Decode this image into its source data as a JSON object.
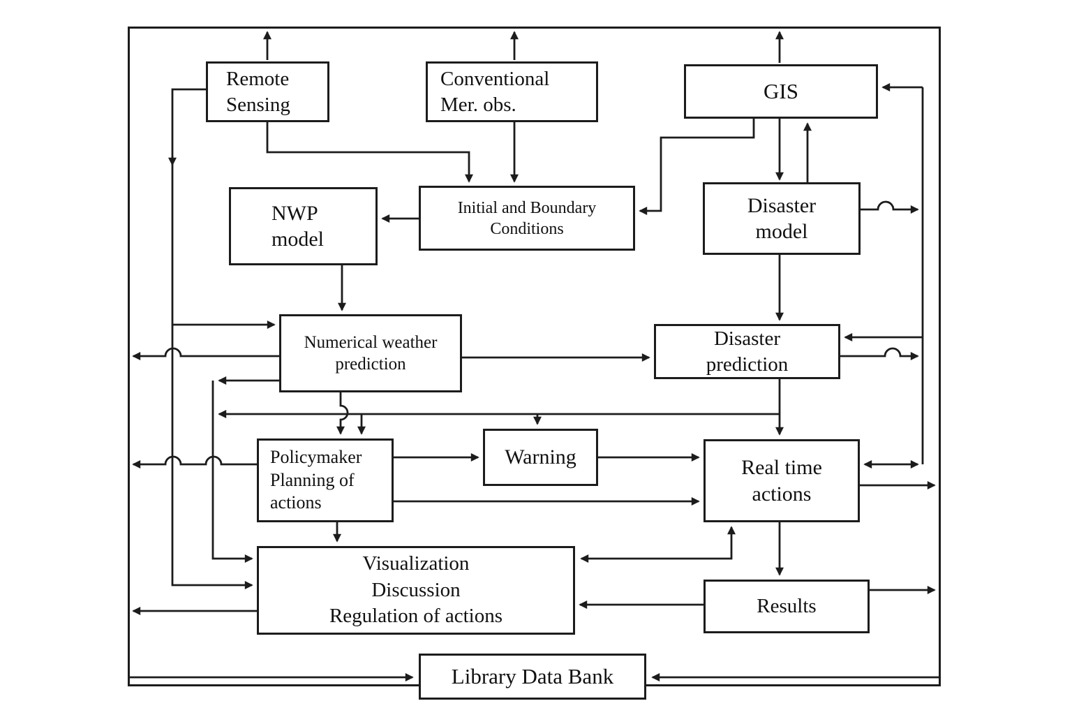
{
  "diagram": {
    "title": "Integrated disaster prediction and warning system flow diagram",
    "nodes": {
      "remote_sensing": {
        "label": "Remote\nSensing"
      },
      "conventional": {
        "label": "Conventional\nMer. obs."
      },
      "gis": {
        "label": "GIS"
      },
      "nwp_model": {
        "label": "NWP\nmodel"
      },
      "initial_boundary": {
        "label": "Initial and Boundary\nConditions"
      },
      "disaster_model": {
        "label": "Disaster\nmodel"
      },
      "numerical_weather": {
        "label": "Numerical weather\nprediction"
      },
      "disaster_prediction": {
        "label": "Disaster\nprediction"
      },
      "policymaker": {
        "label": "Policymaker\nPlanning of\nactions"
      },
      "warning": {
        "label": "Warning"
      },
      "real_time": {
        "label": "Real time\nactions"
      },
      "visualization": {
        "label": "Visualization\nDiscussion\nRegulation of actions"
      },
      "results": {
        "label": "Results"
      },
      "library": {
        "label": "Library Data Bank"
      }
    },
    "edges": [
      {
        "from": "remote_sensing",
        "to": "external_top"
      },
      {
        "from": "conventional",
        "to": "external_top"
      },
      {
        "from": "gis",
        "to": "external_top"
      },
      {
        "from": "remote_sensing",
        "to": "initial_boundary"
      },
      {
        "from": "conventional",
        "to": "initial_boundary"
      },
      {
        "from": "gis",
        "to": "initial_boundary"
      },
      {
        "from": "gis",
        "to": "disaster_model"
      },
      {
        "from": "disaster_model",
        "to": "gis"
      },
      {
        "from": "initial_boundary",
        "to": "nwp_model"
      },
      {
        "from": "nwp_model",
        "to": "numerical_weather"
      },
      {
        "from": "disaster_model",
        "to": "disaster_prediction"
      },
      {
        "from": "numerical_weather",
        "to": "disaster_prediction"
      },
      {
        "from": "remote_sensing",
        "to": "numerical_weather"
      },
      {
        "from": "remote_sensing",
        "to": "visualization"
      },
      {
        "from": "numerical_weather",
        "to": "left_border"
      },
      {
        "from": "policymaker",
        "to": "left_border"
      },
      {
        "from": "visualization",
        "to": "left_border"
      },
      {
        "from": "numerical_weather",
        "to": "policymaker"
      },
      {
        "from": "disaster_prediction",
        "to": "policymaker"
      },
      {
        "from": "disaster_prediction",
        "to": "warning"
      },
      {
        "from": "disaster_prediction",
        "to": "real_time"
      },
      {
        "from": "numerical_weather",
        "to": "visualization"
      },
      {
        "from": "policymaker",
        "to": "warning"
      },
      {
        "from": "warning",
        "to": "real_time"
      },
      {
        "from": "policymaker",
        "to": "real_time"
      },
      {
        "from": "policymaker",
        "to": "visualization"
      },
      {
        "from": "real_time",
        "to": "visualization",
        "bidirectional": true
      },
      {
        "from": "real_time",
        "to": "results"
      },
      {
        "from": "results",
        "to": "visualization"
      },
      {
        "from": "disaster_model",
        "to": "right_bus"
      },
      {
        "from": "disaster_prediction",
        "to": "right_bus"
      },
      {
        "from": "right_bus",
        "to": "gis"
      },
      {
        "from": "right_bus",
        "to": "disaster_prediction"
      },
      {
        "from": "real_time",
        "to": "right_bus",
        "bidirectional": true
      },
      {
        "from": "real_time",
        "to": "right_border"
      },
      {
        "from": "results",
        "to": "right_border"
      },
      {
        "from": "left_border",
        "to": "library"
      },
      {
        "from": "right_border",
        "to": "library"
      }
    ],
    "colors": {
      "line": "#1c1c1c",
      "box_border": "#1c1c1c",
      "background": "#ffffff",
      "text": "#111111"
    }
  }
}
